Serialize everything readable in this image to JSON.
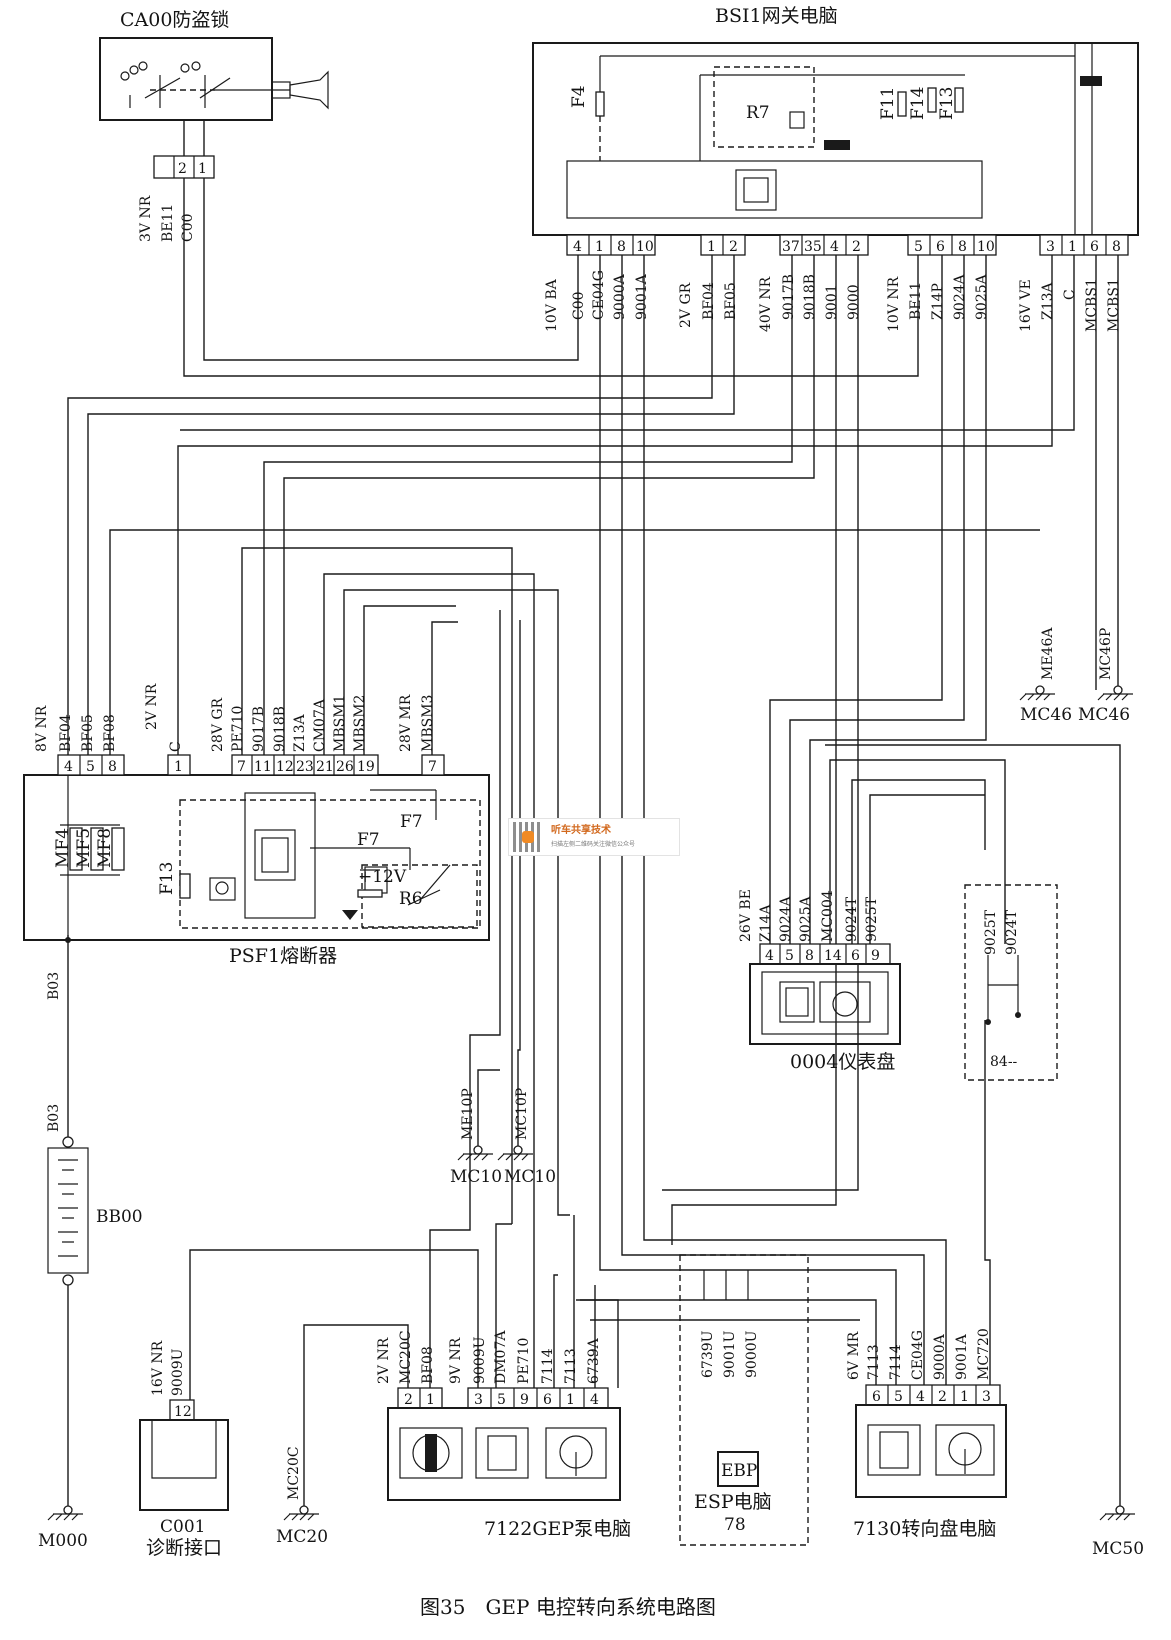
{
  "caption": "图35　GEP 电控转向系统电路图",
  "components": {
    "ca00": {
      "title": "CA00防盗锁",
      "pins": [
        "2",
        "1"
      ],
      "wire_spec": "3V NR",
      "wires": [
        "BE11",
        "C00"
      ]
    },
    "bsi1": {
      "title": "BSI1网关电脑",
      "fuses": [
        "F4",
        "F11",
        "F14",
        "F13"
      ],
      "relay": "R7"
    },
    "psf1": {
      "title": "PSF1熔断器",
      "fuses": [
        "MF4",
        "MF5",
        "MF8",
        "F13",
        "F7",
        "F7"
      ],
      "relay": "R6",
      "supply": "+12V"
    },
    "bb00": {
      "title": "BB00",
      "wire": "B03"
    },
    "c001": {
      "title": "C001",
      "subtitle": "诊断接口",
      "pin": "12",
      "spec": "16V NR",
      "wire": "9009U"
    },
    "gep7122": {
      "title": "7122GEP泵电脑"
    },
    "esp78": {
      "title": "ESP电脑",
      "number": "78",
      "inner": "EBP",
      "wires": [
        "6739U",
        "9001U",
        "9000U"
      ]
    },
    "w7130": {
      "title": "7130转向盘电脑"
    },
    "cluster0004": {
      "title": "0004仪表盘"
    },
    "unit84": {
      "label": "84--",
      "wires": [
        "9025T",
        "9024T"
      ]
    }
  },
  "bsi_connectors": [
    {
      "spec": "10V BA",
      "pins": [
        "4",
        "1",
        "8",
        "10"
      ],
      "wires": [
        "C00",
        "CE04G",
        "9000A",
        "9001A"
      ]
    },
    {
      "spec": "2V GR",
      "pins": [
        "1",
        "2"
      ],
      "wires": [
        "BF04",
        "BF05"
      ]
    },
    {
      "spec": "40V NR",
      "pins": [
        "37",
        "35",
        "4",
        "2"
      ],
      "wires": [
        "9017B",
        "9018B",
        "9001",
        "9000"
      ]
    },
    {
      "spec": "10V NR",
      "pins": [
        "5",
        "6",
        "8",
        "10"
      ],
      "wires": [
        "BE11",
        "Z14P",
        "9024A",
        "9025A"
      ]
    },
    {
      "spec": "16V VE",
      "pins": [
        "3",
        "1",
        "6",
        "8"
      ],
      "wires": [
        "Z13A",
        "C",
        "MCBS1",
        "MCBS1"
      ]
    }
  ],
  "psf_connectors": [
    {
      "spec": "8V NR",
      "pins": [
        "4",
        "5",
        "8"
      ],
      "wires": [
        "BF04",
        "BF05",
        "BF08"
      ]
    },
    {
      "spec": "2V NR",
      "pins": [
        "1"
      ],
      "wires": [
        "C"
      ]
    },
    {
      "spec": "28V GR",
      "pins": [
        "7",
        "11",
        "12",
        "23",
        "21",
        "26",
        "19"
      ],
      "wires": [
        "PE710",
        "9017B",
        "9018B",
        "Z13A",
        "CM07A",
        "MBSM1",
        "MBSM2"
      ]
    },
    {
      "spec": "28V MR",
      "pins": [
        "7"
      ],
      "wires": [
        "MBSM3"
      ]
    }
  ],
  "cluster_connector": {
    "spec": "26V BE",
    "pins": [
      "4",
      "5",
      "8",
      "14",
      "6",
      "9"
    ],
    "wires": [
      "Z14A",
      "9024A",
      "9025A",
      "MC004",
      "9024T",
      "9025T"
    ]
  },
  "gep_connectors": [
    {
      "spec": "2V NR",
      "pins": [
        "2",
        "1"
      ],
      "wires": [
        "MC20C",
        "BF08"
      ]
    },
    {
      "spec": "9V NR",
      "pins": [
        "3",
        "5",
        "9",
        "6",
        "1",
        "4"
      ],
      "wires": [
        "9009U",
        "DM07A",
        "PE710",
        "7114",
        "7113",
        "6739A"
      ]
    }
  ],
  "w7130_connector": {
    "spec": "6V MR",
    "pins": [
      "6",
      "5",
      "4",
      "2",
      "1",
      "3"
    ],
    "wires": [
      "7113",
      "7114",
      "CE04G",
      "9000A",
      "9001A",
      "MC720"
    ]
  },
  "grounds": [
    {
      "wire": "ME46A",
      "point": "MC46"
    },
    {
      "wire": "MC46P",
      "point": "MC46"
    },
    {
      "wire": "ME10P",
      "point": "MC10"
    },
    {
      "wire": "MC10P",
      "point": "MC10"
    },
    {
      "wire": "MC20C",
      "point": "MC20"
    },
    {
      "wire": "",
      "point": "M000"
    },
    {
      "wire": "",
      "point": "MC50"
    }
  ],
  "watermark": {
    "line1": "听车共享技术",
    "line2": "扫描左侧二维码关注微信公众号"
  }
}
